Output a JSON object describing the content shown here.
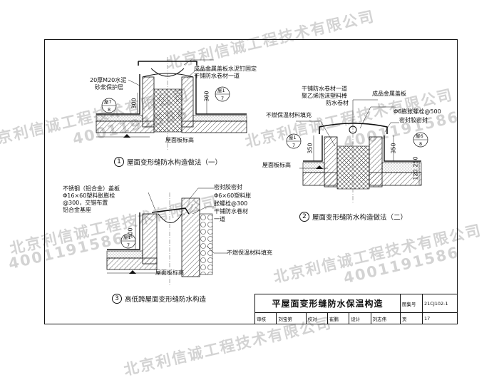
{
  "detail1": {
    "caption_num": "1",
    "caption": "屋面变形缝防水构造做法（一）",
    "labels": {
      "cover_plate": "成品金属盖板水泥钉固定",
      "membrane": "干铺防水卷材一道",
      "mortar_1": "20厚M20水泥",
      "mortar_2": "砂浆保护层",
      "dim_300": "300",
      "roof_elev": "屋面板标高",
      "ref_left_top": "屋7",
      "ref_left_bottom": "8",
      "ref_right_top": "屋1",
      "ref_right_bottom": "7"
    }
  },
  "detail2": {
    "caption_num": "2",
    "caption": "屋面变形缝防水构造做法（二）",
    "labels": {
      "membrane_1": "干铺防水卷材一道",
      "membrane_2": "聚乙烯泡沫塑料棒",
      "membrane_3": "防水卷材",
      "cover_plate": "成品金属盖板",
      "insulation": "不燃保温材料填充",
      "bolt_1": "Φ6膨胀螺栓@500",
      "bolt_2": "密封胶密封",
      "dim_350_left": "350",
      "dim_350_right": "350",
      "dim_250": "250",
      "dim_120": "120",
      "roof_elev": "屋面板标高",
      "ref_left_top": "屋1",
      "ref_left_bottom": "7",
      "ref_right_top": "屋6",
      "ref_right_bottom": "8"
    }
  },
  "detail3": {
    "caption_num": "3",
    "caption": "高低跨屋面变形缝防水构造",
    "labels": {
      "cover_1": "不锈钢（铝合金）盖板",
      "cover_2": "Φ16×60塑料胀膨栓",
      "cover_3": "@300，交错布置",
      "cover_4": "铝合金基座",
      "seal": "密封胶密封",
      "bolt_1": "Φ6×60塑料胀",
      "bolt_2": "胀螺栓@300",
      "membrane_1": "干铺防水卷材",
      "membrane_2": "一道",
      "insulation": "不燃保温材料填充",
      "dim_300": "300",
      "roof_elev": "屋面板标高",
      "ref_top": "屋1",
      "ref_bottom": "7"
    }
  },
  "title_block": {
    "title": "平屋面变形缝防水保温构造",
    "atlas_label": "图集号",
    "atlas_no": "21CJ102-1",
    "review_label": "审核",
    "review_name": "刘宝第",
    "check_label": "校对",
    "check_name": "崔鹏",
    "design_label": "设计",
    "design_name": "刘志伟",
    "page_label": "页",
    "page_no": "17"
  },
  "watermark": {
    "company": "北京利信诚工程技术有限公司",
    "phone": "4001191586"
  }
}
